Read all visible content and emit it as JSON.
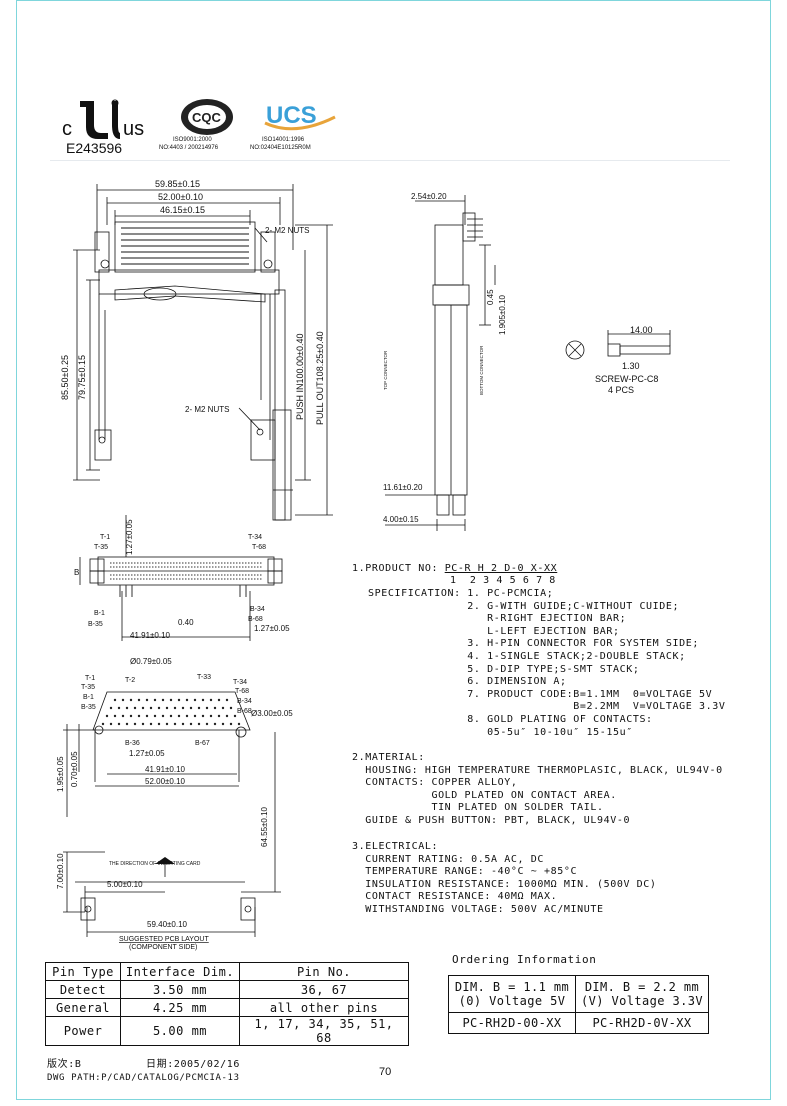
{
  "certs": {
    "ul_c": "c",
    "ul_us": "us",
    "ul_number": "E243596",
    "cqc_mark": "CQC",
    "cqc_iso": "ISO9001:2000",
    "cqc_no": "NO:4403 / 200214976",
    "ucs_mark": "UCS",
    "ucs_iso": "ISO14001:1996",
    "ucs_no": "NO:02404E10125R0M"
  },
  "top_view": {
    "dims": [
      "59.85±0.15",
      "52.00±0.10",
      "46.15±0.15"
    ],
    "nuts_top": "2- M2 NUTS",
    "nuts_bottom": "2- M2 NUTS",
    "height_1": "85.50±0.25",
    "height_2": "79.75±0.15",
    "push_in": "PUSH IN100.00±0.40",
    "pull_out": "PULL OUT108.25±0.40"
  },
  "side_view": {
    "top_dim": "2.54±0.20",
    "d_045": "0.45",
    "d_1905": "1.905±0.10",
    "top_connector": "TOP CONNECTOR",
    "bottom_connector": "BOTTOM CONNECTOR",
    "d_1161": "11.61±0.20",
    "d_400": "4.00±0.15"
  },
  "screw": {
    "len": "14.00",
    "head": "1.30",
    "name": "SCREW-PC-C8",
    "qty": "4 PCS"
  },
  "front_view": {
    "d_127v": "1.27±0.05",
    "b": "B",
    "t1": "T-1",
    "t35": "T-35",
    "t34": "T-34",
    "t68": "T-68",
    "b1": "B-1",
    "b35": "B-35",
    "b34": "B-34",
    "b68": "B-68",
    "d_040": "0.40",
    "d_4191": "41.91±0.10",
    "d_127": "1.27±0.05"
  },
  "layout_view": {
    "hole": "Ø0.79±0.05",
    "t1": "T-1",
    "t35": "T-35",
    "b1": "B-1",
    "b35": "B-35",
    "t2": "T-2",
    "t33": "T-33",
    "t34": "T-34",
    "t68": "T-68",
    "b34": "B-34",
    "b68": "B-68",
    "b36": "B-36",
    "b67": "B-67",
    "mount": "Ø3.00±0.05",
    "d_127": "1.27±0.05",
    "d_4191": "41.91±0.10",
    "d_5200": "52.00±0.10",
    "d_195": "1.95±0.05",
    "d_070": "0.70±0.05",
    "d_6455": "64.55±0.10",
    "d_700": "7.00±0.10",
    "direction": "THE DIRECTION OF INSERTING CARD",
    "d_500": "5.00±0.10",
    "d_5940": "59.40±0.10",
    "caption1": "SUGGESTED PCB LAYOUT",
    "caption2": "(COMPONENT SIDE)"
  },
  "spec": {
    "product_no_label": "1.PRODUCT NO: ",
    "product_no_code": "PC-R H 2 D-0 X-XX",
    "product_no_index": "1  2 3 4 5 6 7 8",
    "lines": [
      "SPECIFICATION: 1. PC-PCMCIA;",
      "               2. G-WITH GUIDE;C-WITHOUT CUIDE;",
      "                  R-RIGHT EJECTION BAR;",
      "                  L-LEFT EJECTION BAR;",
      "               3. H-PIN CONNECTOR FOR SYSTEM SIDE;",
      "               4. 1-SINGLE STACK;2-DOUBLE STACK;",
      "               5. D-DIP TYPE;S-SMT STACK;",
      "               6. DIMENSION A;",
      "               7. PRODUCT CODE:B=1.1MM  0=VOLTAGE 5V",
      "                               B=2.2MM  V=VOLTAGE 3.3V",
      "               8. GOLD PLATING OF CONTACTS:",
      "                  05-5u″ 10-10u″ 15-15u″"
    ],
    "material_title": "2.MATERIAL:",
    "material_lines": [
      "  HOUSING: HIGH TEMPERATURE THERMOPLASIC, BLACK, UL94V-0",
      "  CONTACTS: COPPER ALLOY,",
      "            GOLD PLATED ON CONTACT AREA.",
      "            TIN PLATED ON SOLDER TAIL.",
      "  GUIDE & PUSH BUTTON: PBT, BLACK, UL94V-0"
    ],
    "electrical_title": "3.ELECTRICAL:",
    "electrical_lines": [
      "  CURRENT RATING: 0.5A AC, DC",
      "  TEMPERATURE RANGE: -40°C ~ +85°C",
      "  INSULATION RESISTANCE: 1000MΩ MIN. (500V DC)",
      "  CONTACT RESISTANCE: 40MΩ MAX.",
      "  WITHSTANDING VOLTAGE: 500V AC/MINUTE"
    ]
  },
  "pin_table": {
    "headers": [
      "Pin Type",
      "Interface Dim.",
      "Pin No."
    ],
    "rows": [
      [
        "Detect",
        "3.50 mm",
        "36, 67"
      ],
      [
        "General",
        "4.25 mm",
        "all other pins"
      ],
      [
        "Power",
        "5.00 mm",
        "1, 17, 34, 35, 51, 68"
      ]
    ]
  },
  "ordering": {
    "title": "Ordering Information",
    "col1_l1": "DIM. B = 1.1 mm",
    "col1_l2": "(0) Voltage 5V",
    "col2_l1": "DIM. B = 2.2 mm",
    "col2_l2": "(V) Voltage 3.3V",
    "code1": "PC-RH2D-00-XX",
    "code2": "PC-RH2D-0V-XX"
  },
  "footer": {
    "version": "版次:B",
    "date": "日期:2005/02/16",
    "path": "DWG PATH:P/CAD/CATALOG/PCMCIA-13",
    "page": "70"
  }
}
